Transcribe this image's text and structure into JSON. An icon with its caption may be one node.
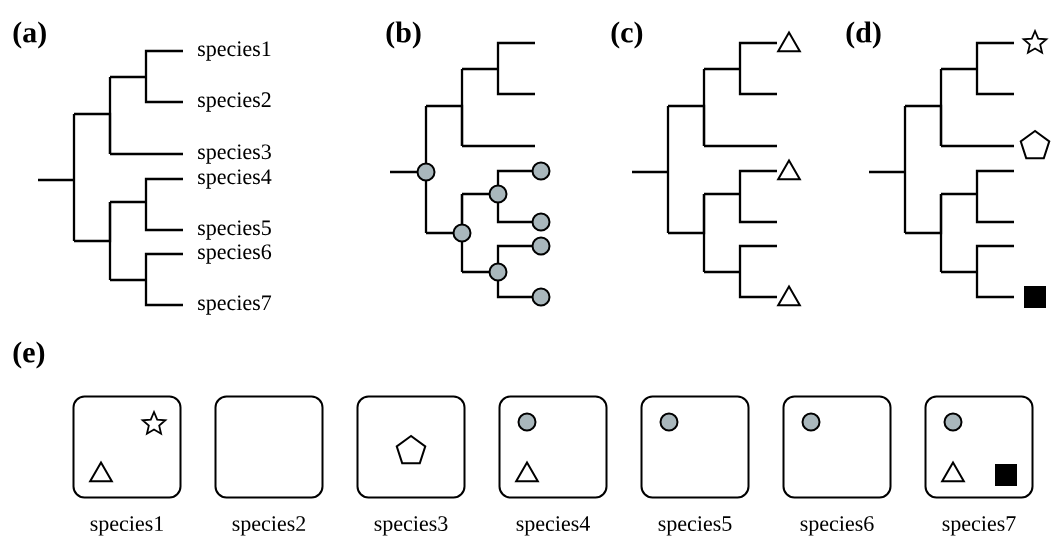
{
  "diagram": {
    "nodes": [
      {
        "text": [],
        "shape": "box",
        "beside": [
          "species1"
        ]
      },
      {
        "text": [],
        "shape": "box",
        "beside": [
          "species2"
        ]
      },
      {
        "text": [],
        "shape": "box",
        "beside": [
          "species3"
        ]
      },
      {
        "text": [],
        "shape": "box",
        "beside": [
          "species4"
        ]
      },
      {
        "text": [],
        "shape": "box",
        "beside": [
          "species5"
        ]
      },
      {
        "text": [],
        "shape": "box",
        "beside": [
          "species6"
        ]
      },
      {
        "text": [],
        "shape": "box",
        "beside": [
          "species7"
        ]
      }
    ],
    "labels": [
      "(a)",
      "(b)",
      "(c)",
      "(d)",
      "species1",
      "species2",
      "species3",
      "species4",
      "species5",
      "species6",
      "species7",
      "(e)"
    ]
  }
}
